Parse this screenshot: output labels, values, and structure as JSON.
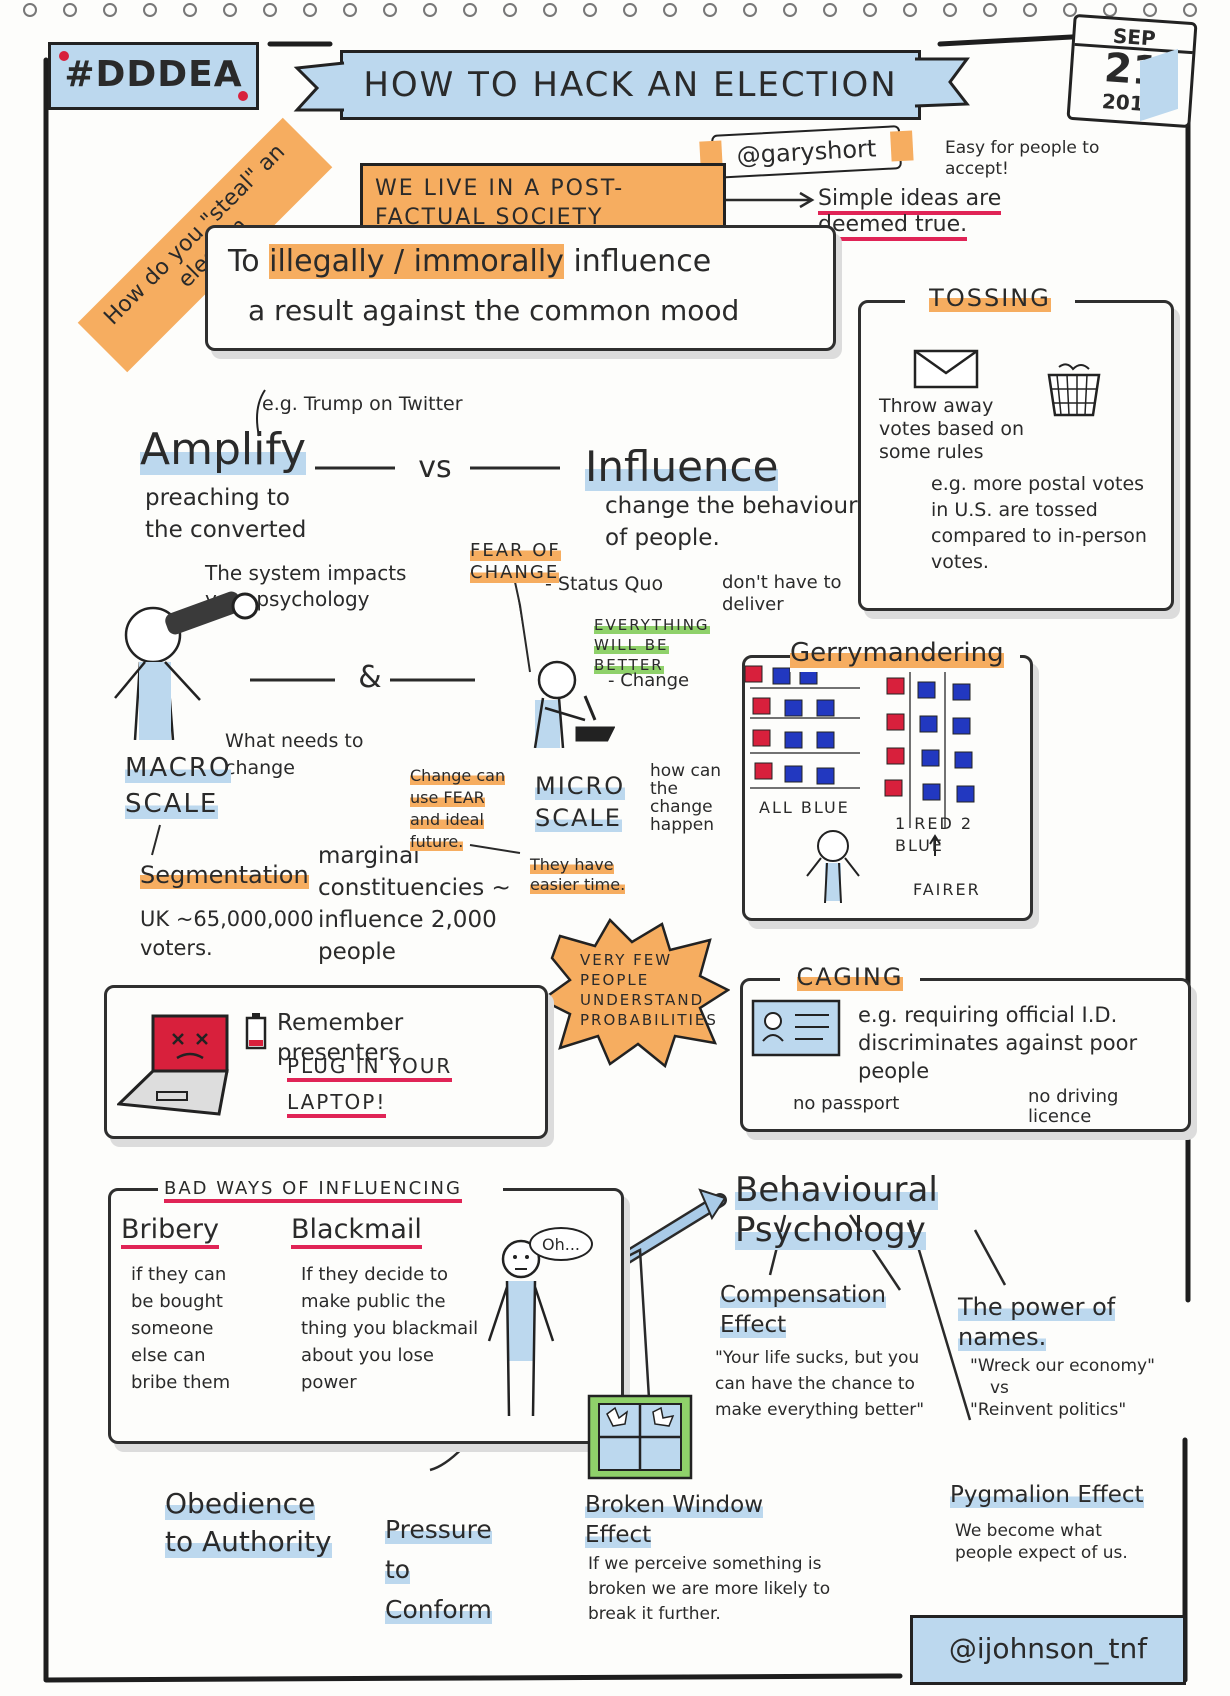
{
  "header": {
    "hashtag": "#DDDEA",
    "title": "HOW TO HACK AN ELECTION",
    "handle": "@garyshort",
    "date_month": "SEP",
    "date_day": "21",
    "date_year": "2019"
  },
  "steal": {
    "question": "How do you \"steal\" an election",
    "def_line1_a": "To",
    "def_line1_b": "illegally / immorally",
    "def_line1_c": "influence",
    "def_line2": "a result against the common mood"
  },
  "postfactual": {
    "label": "WE LIVE IN A POST-FACTUAL SOCIETY",
    "note": "Easy for people to accept!",
    "result": "Simple ideas are deemed true."
  },
  "tossing": {
    "title": "TOSSING",
    "desc": "Throw away votes based on some rules",
    "example": "e.g. more postal votes in U.S. are tossed compared to in-person votes."
  },
  "amplify": {
    "example": "e.g. Trump on Twitter",
    "title": "Amplify",
    "sub": "preaching to the converted",
    "vs": "vs",
    "influence_title": "Influence",
    "influence_sub": "change the behaviour of people."
  },
  "macro": {
    "note": "The system impacts your psychology",
    "title": "MACRO SCALE",
    "needs": "What needs to change",
    "amp": "&",
    "segmentation": "Segmentation",
    "uk": "UK ~65,000,000 voters.",
    "marginal": "marginal constituencies ~ influence 2,000 people"
  },
  "micro": {
    "fear": "FEAR OF CHANGE",
    "status_quo": "- Status Quo",
    "better": "EVERYTHING WILL BE BETTER",
    "change": "- Change",
    "deliver": "don't have to deliver",
    "title": "MICRO SCALE",
    "how": "how can the change happen",
    "use_fear": "Change can use FEAR and ideal future.",
    "easier": "They have easier time."
  },
  "gerry": {
    "title": "Gerrymandering",
    "left_label": "ALL BLUE",
    "right_label": "1 RED 2 BLUE",
    "fairer": "FAIRER",
    "colors": {
      "red": "#d8203c",
      "blue": "#2238c0"
    }
  },
  "probabilities": {
    "text": "VERY FEW PEOPLE UNDERSTAND PROBABILITIES"
  },
  "laptop": {
    "remember": "Remember presenters",
    "plug": "PLUG IN YOUR LAPTOP!"
  },
  "caging": {
    "title": "CAGING",
    "desc": "e.g. requiring official I.D. discriminates against poor people",
    "passport": "no passport",
    "licence": "no driving licence"
  },
  "bad": {
    "title": "BAD WAYS OF INFLUENCING",
    "bribery": "Bribery",
    "bribery_desc": "if they can be bought someone else can bribe them",
    "blackmail": "Blackmail",
    "blackmail_desc": "If they decide to make public the thing you blackmail about you lose power",
    "oh": "Oh..."
  },
  "behavioural": {
    "title": "Behavioural Psychology",
    "compensation": "Compensation Effect",
    "compensation_quote": "\"Your life sucks, but you can have the chance to make everything better\"",
    "names": "The power of names.",
    "names_q1": "\"Wreck our economy\"",
    "names_vs": "vs",
    "names_q2": "\"Reinvent politics\"",
    "obedience": "Obedience to Authority",
    "pressure": "Pressure to Conform",
    "broken": "Broken Window Effect",
    "broken_desc": "If we perceive something is broken we are more likely to break it further.",
    "pygmalion": "Pygmalion Effect",
    "pygmalion_desc": "We become what people expect of us."
  },
  "footer": {
    "author": "@ijohnson_tnf"
  }
}
